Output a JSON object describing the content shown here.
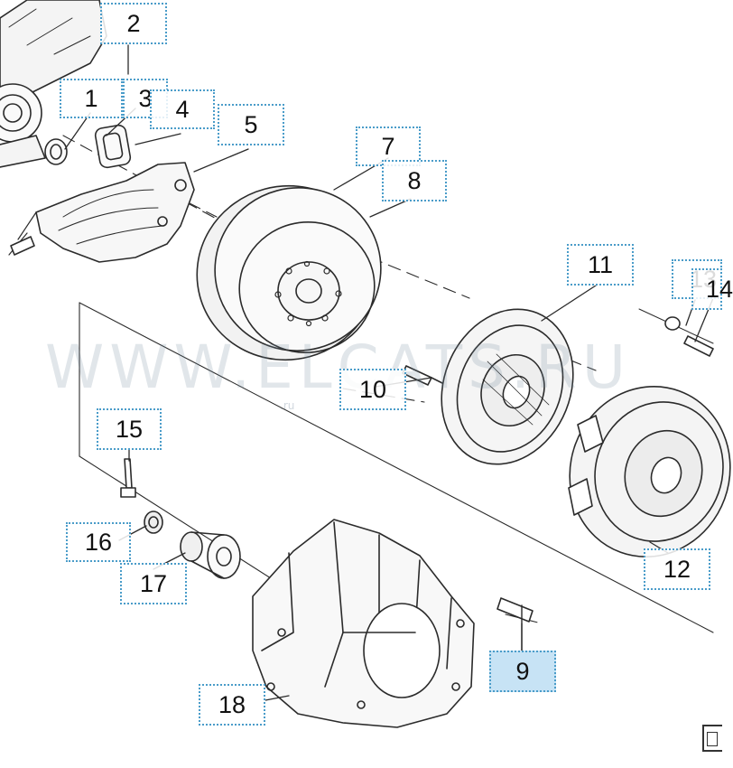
{
  "watermark": {
    "text": "WWW.ELCATS.RU",
    "subtext": ".ru"
  },
  "selected_callout": "9",
  "callouts": [
    {
      "id": "2",
      "label": "2"
    },
    {
      "id": "1",
      "label": "1"
    },
    {
      "id": "3",
      "label": "3"
    },
    {
      "id": "4",
      "label": "4"
    },
    {
      "id": "5",
      "label": "5"
    },
    {
      "id": "7",
      "label": "7"
    },
    {
      "id": "8",
      "label": "8"
    },
    {
      "id": "11",
      "label": "11"
    },
    {
      "id": "13",
      "label": "13"
    },
    {
      "id": "14",
      "label": "14"
    },
    {
      "id": "10",
      "label": "10"
    },
    {
      "id": "15",
      "label": "15"
    },
    {
      "id": "16",
      "label": "16"
    },
    {
      "id": "17",
      "label": "17"
    },
    {
      "id": "12",
      "label": "12"
    },
    {
      "id": "9",
      "label": "9"
    },
    {
      "id": "18",
      "label": "18"
    }
  ],
  "colors": {
    "callout_border": "#4a9cc9",
    "selected_fill": "#c7e3f5",
    "line_art": "#2b2b2b"
  },
  "icons": {
    "corner": "document-icon"
  }
}
